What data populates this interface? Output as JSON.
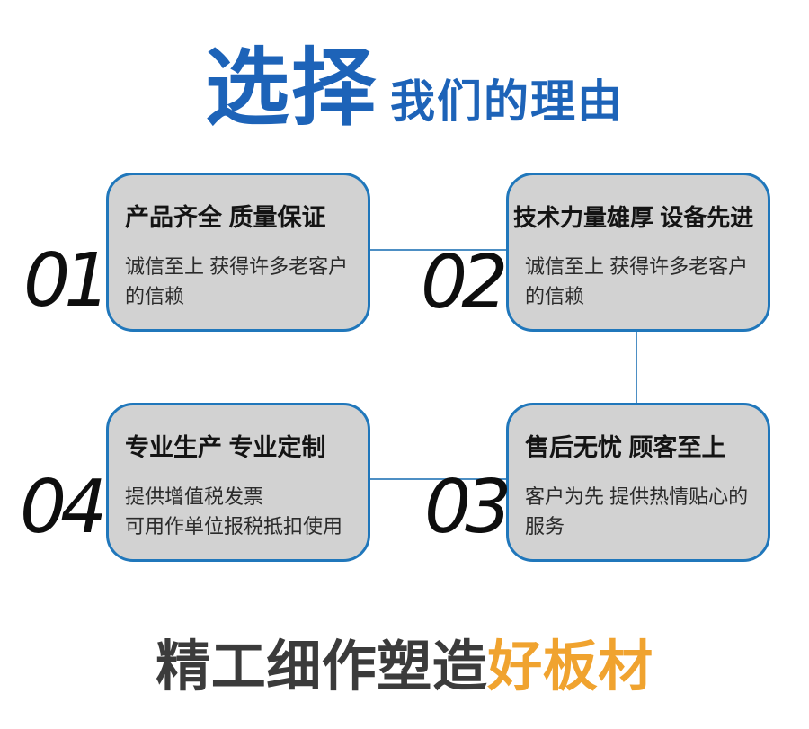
{
  "title": {
    "highlight": "选择",
    "rest": "我们的理由"
  },
  "cards": [
    {
      "number": "01",
      "title": "产品齐全 质量保证",
      "desc_lines": [
        "诚信至上 获得许多老客户",
        "的信赖"
      ]
    },
    {
      "number": "02",
      "title": "技术力量雄厚 设备先进",
      "desc_lines": [
        "诚信至上 获得许多老客户",
        "的信赖"
      ]
    },
    {
      "number": "04",
      "title": "专业生产 专业定制",
      "desc_lines": [
        "提供增值税发票",
        "可用作单位报税抵扣使用"
      ]
    },
    {
      "number": "03",
      "title": "售后无忧 顾客至上",
      "desc_lines": [
        "客户为先 提供热情贴心的",
        "服务"
      ]
    }
  ],
  "footer": {
    "dark": "精工细作塑造",
    "accent": "好板材"
  },
  "colors": {
    "title_blue": "#1d63b8",
    "card_border_blue": "#2077bb",
    "card_background": "#d2d2d2",
    "connector_blue": "#4d8fc4",
    "number_black": "#0e0e0e",
    "footer_dark": "#3b3b3b",
    "footer_accent_orange": "#f0a32f"
  }
}
